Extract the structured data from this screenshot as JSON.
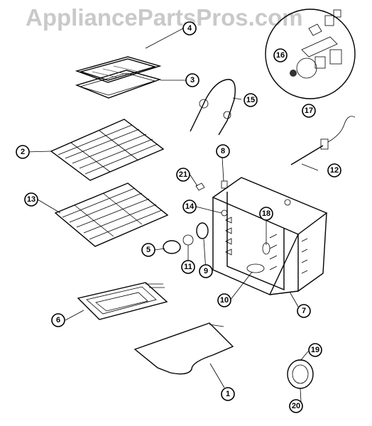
{
  "watermark": "AppliancePartsPros.com",
  "callouts": [
    {
      "id": "c1",
      "label": "1"
    },
    {
      "id": "c2",
      "label": "2"
    },
    {
      "id": "c3",
      "label": "3"
    },
    {
      "id": "c4",
      "label": "4"
    },
    {
      "id": "c5",
      "label": "5"
    },
    {
      "id": "c6",
      "label": "6"
    },
    {
      "id": "c7",
      "label": "7"
    },
    {
      "id": "c8",
      "label": "8"
    },
    {
      "id": "c9",
      "label": "9"
    },
    {
      "id": "c10",
      "label": "10"
    },
    {
      "id": "c11",
      "label": "11"
    },
    {
      "id": "c12",
      "label": "12"
    },
    {
      "id": "c13",
      "label": "13"
    },
    {
      "id": "c14",
      "label": "14"
    },
    {
      "id": "c15",
      "label": "15"
    },
    {
      "id": "c16",
      "label": "16"
    },
    {
      "id": "c17",
      "label": "17"
    },
    {
      "id": "c18",
      "label": "18"
    },
    {
      "id": "c19",
      "label": "19"
    },
    {
      "id": "c20",
      "label": "20"
    },
    {
      "id": "c21",
      "label": "21"
    }
  ]
}
